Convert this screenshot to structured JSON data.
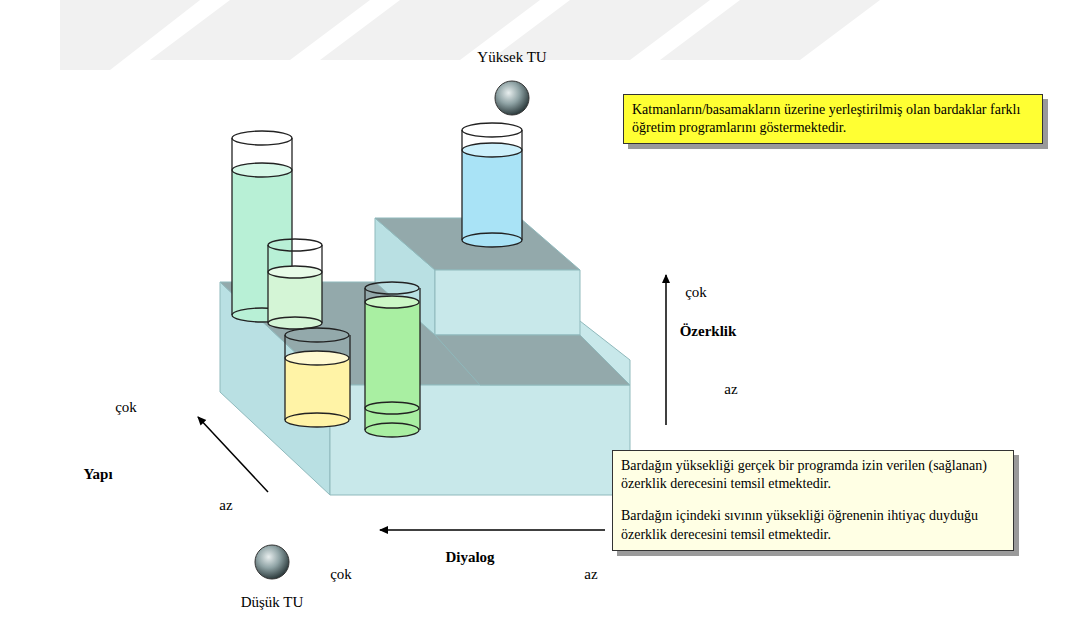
{
  "diagram": {
    "nodes": [
      {
        "text": [
          "Katmanların/basamakların üzerine yerleştirilmiş olan bardaklar farklı öğretim programlarını göstermektedir."
        ]
      },
      {
        "text": [
          "Bardağın yüksekliği gerçek bir programda izin verilen (sağlanan) özerklik derecesini temsil etmektedir.",
          "Bardağın içindeki sıvının yüksekliği öğrenenin ihtiyaç duyduğu özerklik derecesini temsil etmektedir."
        ]
      }
    ],
    "labels": [
      "Yüksek TU",
      "çok",
      "Özerklik",
      "az",
      "çok",
      "Yapı",
      "az",
      "Düşük TU",
      "çok",
      "Diyalog",
      "az"
    ]
  }
}
